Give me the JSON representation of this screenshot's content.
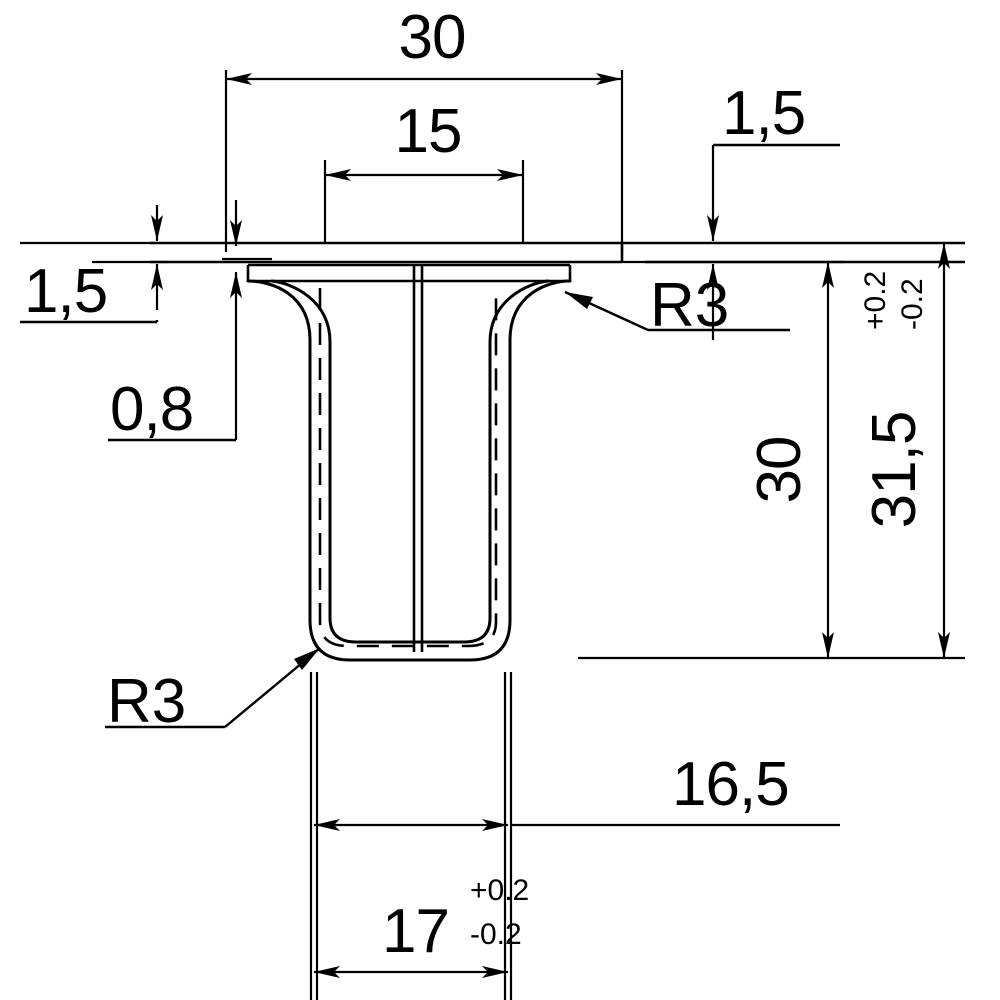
{
  "drawing": {
    "type": "engineering-section-view",
    "title": "Sheet-metal insert sectional drawing",
    "units": "mm",
    "decimal_separator": ",",
    "line_color": "#000000",
    "background_color": "#ffffff"
  },
  "dimensions": {
    "flange_width": {
      "name": "flange-width",
      "value": "30",
      "orientation": "horizontal",
      "position": "top"
    },
    "slot_width": {
      "name": "slot-width",
      "value": "15",
      "orientation": "horizontal",
      "position": "top-inner"
    },
    "flange_thickness_left": {
      "name": "flange-thickness-left",
      "value": "1,5",
      "orientation": "vertical",
      "position": "left"
    },
    "wall_thickness": {
      "name": "wall-thickness",
      "value": "0,8",
      "orientation": "vertical",
      "position": "left-lower"
    },
    "flange_thickness_right": {
      "name": "flange-thickness-right",
      "value": "1,5",
      "orientation": "vertical",
      "position": "top-right"
    },
    "body_height": {
      "name": "body-height",
      "value": "30",
      "orientation": "vertical-rotated",
      "position": "right"
    },
    "overall_height": {
      "name": "overall-height",
      "value": "31,5",
      "tolerance_upper": "+0.2",
      "tolerance_lower": "-0.2",
      "orientation": "vertical-rotated",
      "position": "far-right"
    },
    "depth_ref": {
      "name": "depth-reference",
      "value": "16,5",
      "orientation": "horizontal",
      "position": "bottom-right"
    },
    "body_width": {
      "name": "body-width",
      "value": "17",
      "tolerance_upper": "+0.2",
      "tolerance_lower": "-0.2",
      "orientation": "horizontal",
      "position": "bottom"
    }
  },
  "annotations": {
    "radius_top_right": {
      "name": "radius-callout-top-right",
      "value": "R3",
      "leader": true
    },
    "radius_bottom_left": {
      "name": "radius-callout-bottom-left",
      "value": "R3",
      "leader": true
    }
  }
}
